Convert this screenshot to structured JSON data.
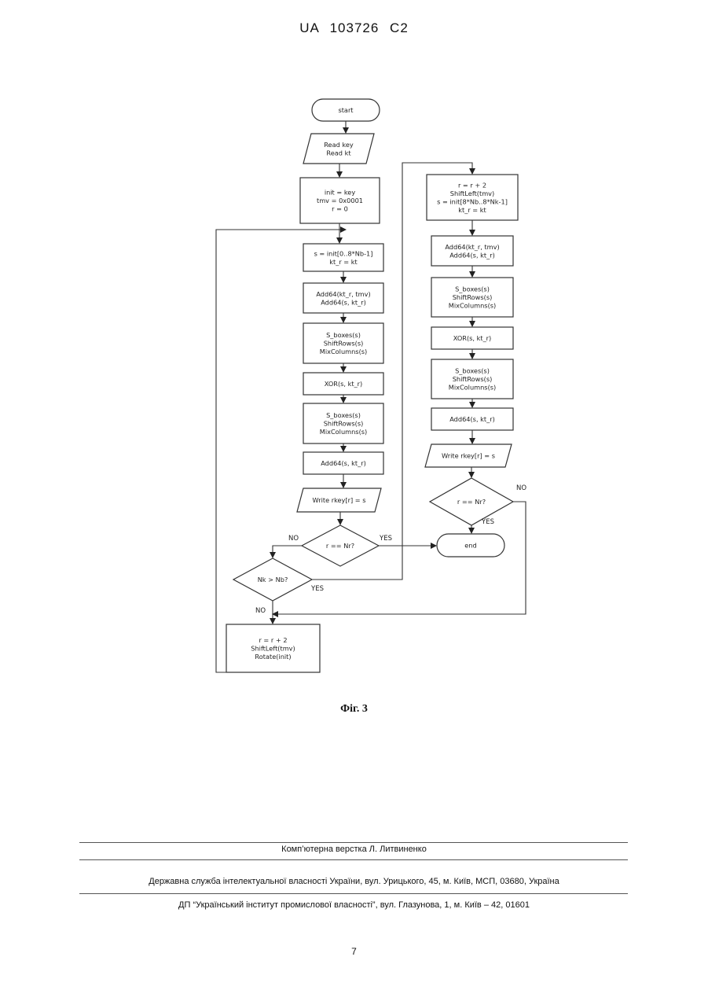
{
  "header": {
    "patent_number": "UA   103726   C2"
  },
  "flowchart": {
    "start": "start",
    "read": [
      "Read key",
      "Read kt"
    ],
    "init": [
      "init = key",
      "tmv = 0x0001",
      "r = 0"
    ],
    "left_s": [
      "s = init[0..8*Nb-1]",
      "kt_r = kt"
    ],
    "left_add1": [
      "Add64(kt_r, tmv)",
      "Add64(s, kt_r)"
    ],
    "left_sbox1": [
      "S_boxes(s)",
      "ShiftRows(s)",
      "MixColumns(s)"
    ],
    "left_xor": [
      "XOR(s, kt_r)"
    ],
    "left_sbox2": [
      "S_boxes(s)",
      "ShiftRows(s)",
      "MixColumns(s)"
    ],
    "left_add2": [
      "Add64(s, kt_r)"
    ],
    "left_write": [
      "Write rkey[r] = s"
    ],
    "dec_r_left": "r == Nr?",
    "dec_nk": "Nk > Nb?",
    "left_update": [
      "r = r + 2",
      "ShiftLeft(tmv)",
      "Rotate(init)"
    ],
    "right_update": [
      "r = r + 2",
      "ShiftLeft(tmv)",
      "s = init[8*Nb..8*Nk-1]",
      "kt_r = kt"
    ],
    "right_add1": [
      "Add64(kt_r, tmv)",
      "Add64(s, kt_r)"
    ],
    "right_sbox1": [
      "S_boxes(s)",
      "ShiftRows(s)",
      "MixColumns(s)"
    ],
    "right_xor": [
      "XOR(s, kt_r)"
    ],
    "right_sbox2": [
      "S_boxes(s)",
      "ShiftRows(s)",
      "MixColumns(s)"
    ],
    "right_add2": [
      "Add64(s, kt_r)"
    ],
    "right_write": [
      "Write rkey[r] = s"
    ],
    "dec_r_right": "r == Nr?",
    "end": "end",
    "labels": {
      "no": "NO",
      "yes": "YES"
    }
  },
  "figure_caption": "Фіг. 3",
  "footer": {
    "composer": "Комп’ютерна верстка Л. Литвиненко",
    "agency": "Державна служба інтелектуальної власності України, вул. Урицького, 45, м. Київ, МСП, 03680, Україна",
    "institute": "ДП “Український інститут промислової власності”, вул. Глазунова, 1, м. Київ – 42, 01601"
  },
  "page_number": "7"
}
